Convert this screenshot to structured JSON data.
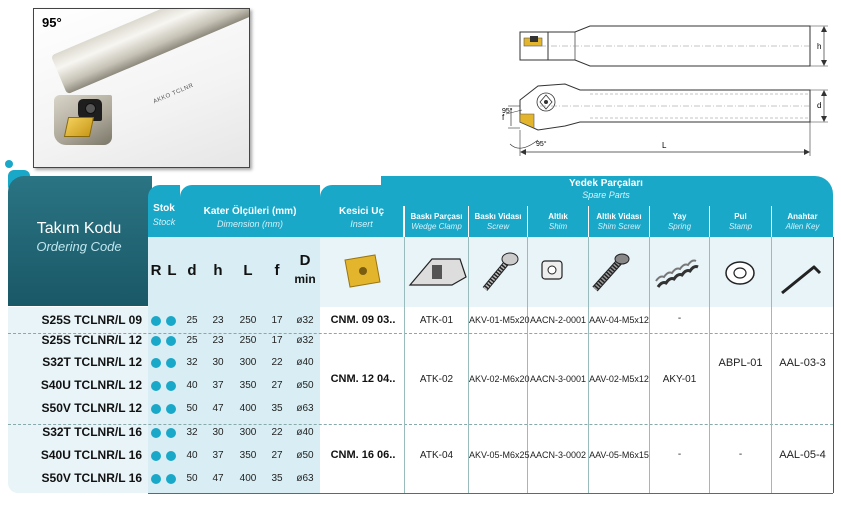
{
  "photo": {
    "angle": "95°",
    "bar_text": "AKKO TCLNR"
  },
  "drawings": {
    "h": "h",
    "d": "d",
    "L": "L",
    "f": "f",
    "angle_a": "95°",
    "angle_b": "95°"
  },
  "header": {
    "spare_title": "Yedek Parçaları",
    "spare_sub": "Spare Parts",
    "code_title": "Takım Kodu",
    "code_sub": "Ordering Code",
    "stock_title": "Stok",
    "stock_sub": "Stock",
    "dims_title": "Kater Ölçüleri (mm)",
    "dims_sub": "Dimension (mm)",
    "insert_title": "Kesici Uç",
    "insert_sub": "Insert",
    "parts": [
      {
        "title": "Baskı Parçası",
        "sub": "Wedge Clamp"
      },
      {
        "title": "Baskı Vidası",
        "sub": "Screw"
      },
      {
        "title": "Altlık",
        "sub": "Shim"
      },
      {
        "title": "Altlık Vidası",
        "sub": "Shim Screw"
      },
      {
        "title": "Yay",
        "sub": "Spring"
      },
      {
        "title": "Pul",
        "sub": "Stamp"
      },
      {
        "title": "Anahtar",
        "sub": "Allen Key"
      }
    ],
    "letters": {
      "R": "R",
      "L": "L",
      "d": "d",
      "h": "h",
      "Lcol": "L",
      "f": "f",
      "D": "D",
      "Dmin": "min"
    }
  },
  "rows": [
    {
      "code": "S25S TCLNR/L 09",
      "d": "25",
      "h": "23",
      "L": "250",
      "f": "17",
      "D": "ø32"
    },
    {
      "code": "S25S TCLNR/L 12",
      "d": "25",
      "h": "23",
      "L": "250",
      "f": "17",
      "D": "ø32"
    },
    {
      "code": "S32T TCLNR/L 12",
      "d": "32",
      "h": "30",
      "L": "300",
      "f": "22",
      "D": "ø40"
    },
    {
      "code": "S40U TCLNR/L 12",
      "d": "40",
      "h": "37",
      "L": "350",
      "f": "27",
      "D": "ø50"
    },
    {
      "code": "S50V TCLNR/L 12",
      "d": "50",
      "h": "47",
      "L": "400",
      "f": "35",
      "D": "ø63"
    },
    {
      "code": "S32T TCLNR/L 16",
      "d": "32",
      "h": "30",
      "L": "300",
      "f": "22",
      "D": "ø40"
    },
    {
      "code": "S40U TCLNR/L 16",
      "d": "40",
      "h": "37",
      "L": "350",
      "f": "27",
      "D": "ø50"
    },
    {
      "code": "S50V TCLNR/L 16",
      "d": "50",
      "h": "47",
      "L": "400",
      "f": "35",
      "D": "ø63"
    }
  ],
  "groups": [
    {
      "insert": "CNM. 09 03..",
      "wedge": "ATK-01",
      "screw": "AKV-01-M5x20",
      "shim": "AACN-2-0001",
      "shim_screw": "AAV-04-M5x12",
      "spring": "-"
    },
    {
      "insert": "CNM. 12 04..",
      "wedge": "ATK-02",
      "screw": "AKV-02-M6x20",
      "shim": "AACN-3-0001",
      "shim_screw": "AAV-02-M5x12",
      "spring": "AKY-01"
    },
    {
      "insert": "CNM. 16 06..",
      "wedge": "ATK-04",
      "screw": "AKV-05-M6x25",
      "shim": "AACN-3-0002",
      "shim_screw": "AAV-05-M6x15",
      "spring": "-"
    }
  ],
  "stamp_top": "ABPL-01",
  "stamp_bottom": "-",
  "key_top": "AAL-03-3",
  "key_bottom": "AAL-05-4",
  "colors": {
    "accent": "#1aa8c9",
    "panel": "#1f6474",
    "row_tint": "#e8f4f8",
    "insert_gold": "#e3b52c"
  }
}
